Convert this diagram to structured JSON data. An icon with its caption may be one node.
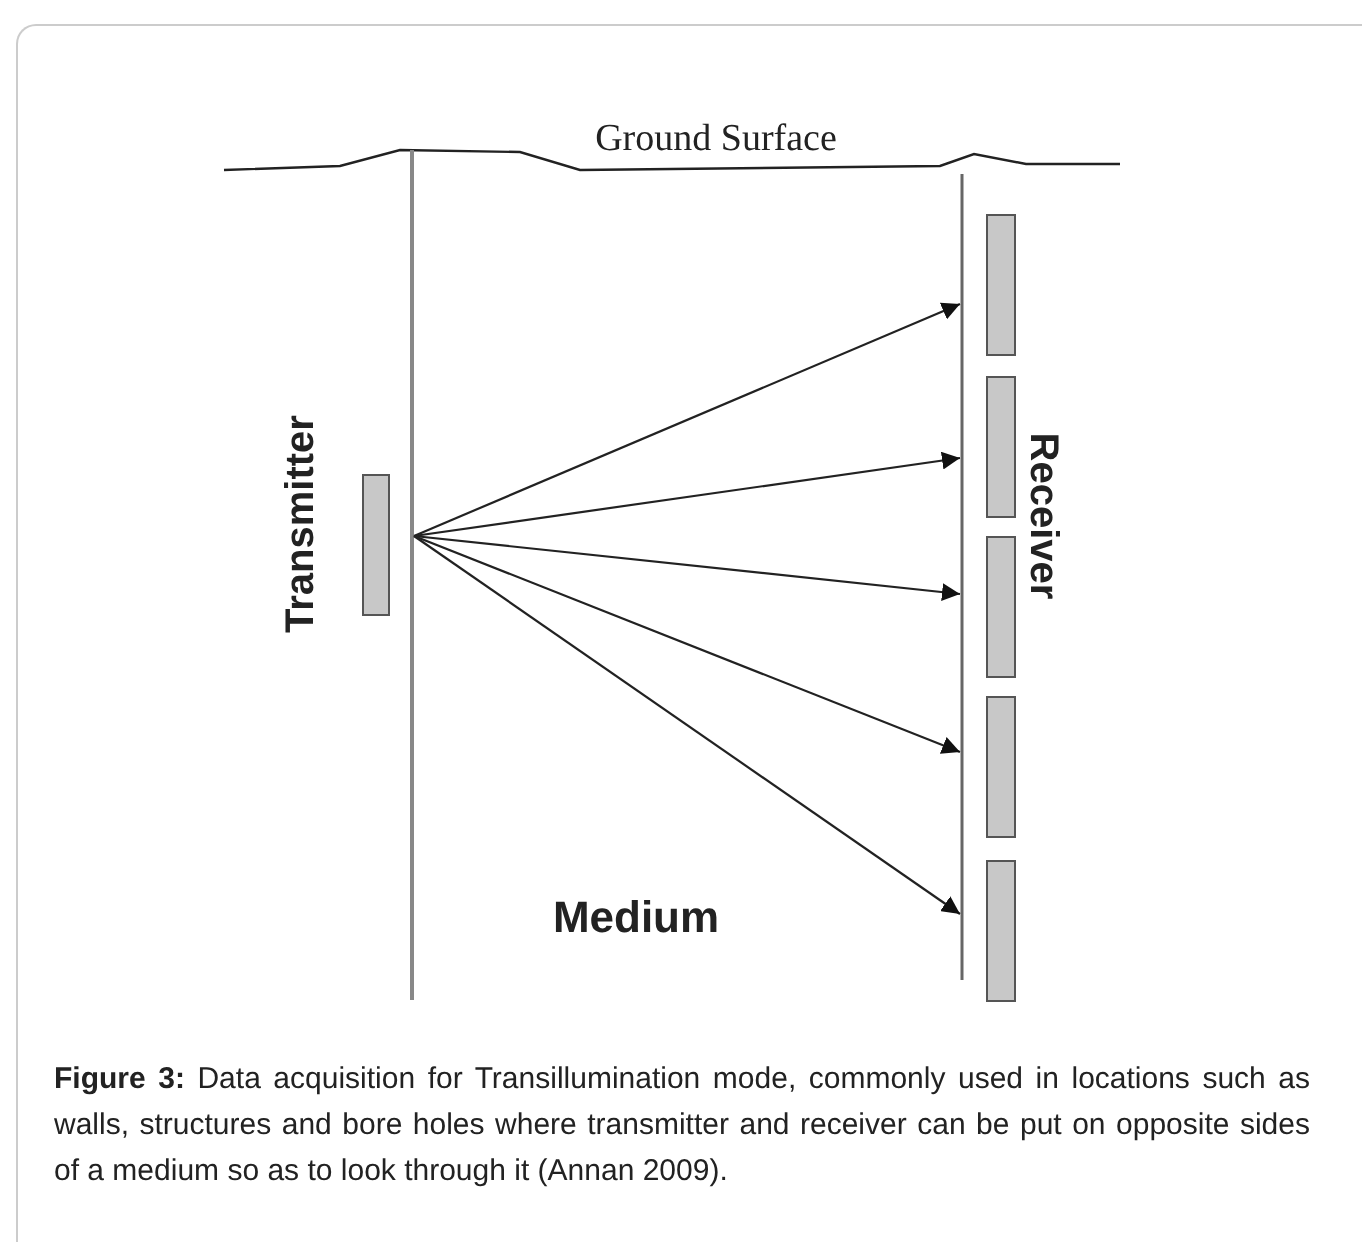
{
  "diagram": {
    "caption": "**Figure 3:** Data acquisition for Transillumination mode, commonly used in locations such as walls, structures and bore holes where transmitter and receiver can be put on opposite sides of a medium so as to look through it (Annan 2009).",
    "nodes": [
      {
        "text": [],
        "shape": "bar"
      },
      {
        "text": [],
        "shape": "bar"
      },
      {
        "text": [],
        "shape": "bar"
      },
      {
        "text": [],
        "shape": "bar"
      },
      {
        "text": [],
        "shape": "bar"
      },
      {
        "text": [],
        "shape": "bar"
      }
    ],
    "edges": [
      {
        "from": 0,
        "to": 1,
        "arrow": "to"
      },
      {
        "from": 0,
        "to": 2,
        "arrow": "to"
      },
      {
        "from": 0,
        "to": 3,
        "arrow": "to"
      },
      {
        "from": 0,
        "to": 4,
        "arrow": "to"
      },
      {
        "from": 0,
        "to": 5,
        "arrow": "to"
      }
    ],
    "labels": [
      "Ground Surface",
      "Transmitter",
      "Receiver",
      "Medium"
    ]
  }
}
